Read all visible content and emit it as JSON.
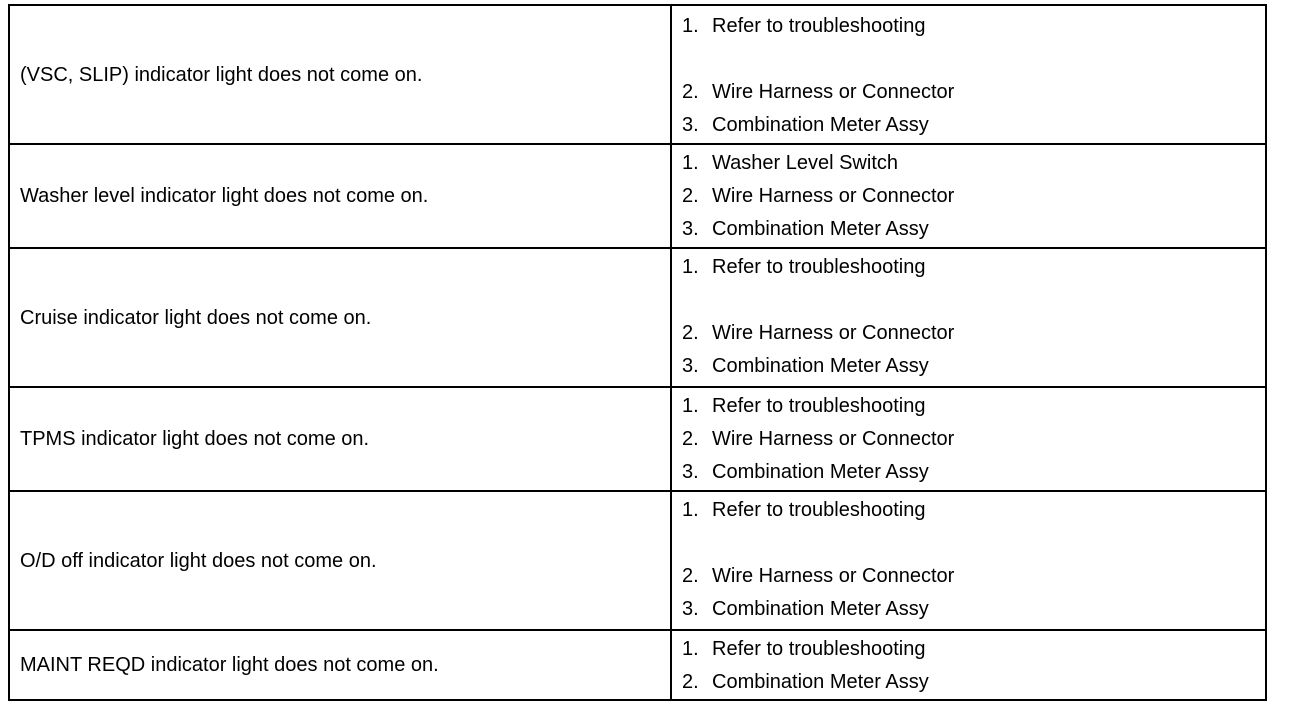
{
  "rows": [
    {
      "symptom": "(VSC, SLIP) indicator light does not come on.",
      "parts": [
        {
          "num": "1.",
          "text": "Refer to troubleshooting"
        },
        {
          "num": "2.",
          "text": "Wire Harness or Connector"
        },
        {
          "num": "3.",
          "text": "Combination Meter Assy"
        }
      ]
    },
    {
      "symptom": "Washer level indicator light does not come on.",
      "parts": [
        {
          "num": "1.",
          "text": "Washer Level Switch"
        },
        {
          "num": "2.",
          "text": "Wire Harness or Connector"
        },
        {
          "num": "3.",
          "text": "Combination Meter Assy"
        }
      ]
    },
    {
      "symptom": "Cruise indicator light does not come on.",
      "parts": [
        {
          "num": "1.",
          "text": "Refer to troubleshooting"
        },
        {
          "num": "2.",
          "text": "Wire Harness or Connector"
        },
        {
          "num": "3.",
          "text": "Combination Meter Assy"
        }
      ]
    },
    {
      "symptom": "TPMS indicator light does not come on.",
      "parts": [
        {
          "num": "1.",
          "text": "Refer to troubleshooting"
        },
        {
          "num": "2.",
          "text": "Wire Harness or Connector"
        },
        {
          "num": "3.",
          "text": "Combination Meter Assy"
        }
      ]
    },
    {
      "symptom": "O/D off indicator light does not come on.",
      "parts": [
        {
          "num": "1.",
          "text": "Refer to troubleshooting"
        },
        {
          "num": "2.",
          "text": "Wire Harness or Connector"
        },
        {
          "num": "3.",
          "text": "Combination Meter Assy"
        }
      ]
    },
    {
      "symptom": "MAINT REQD indicator light does not come on.",
      "parts": [
        {
          "num": "1.",
          "text": "Refer to troubleshooting"
        },
        {
          "num": "2.",
          "text": "Combination Meter Assy"
        }
      ]
    }
  ]
}
